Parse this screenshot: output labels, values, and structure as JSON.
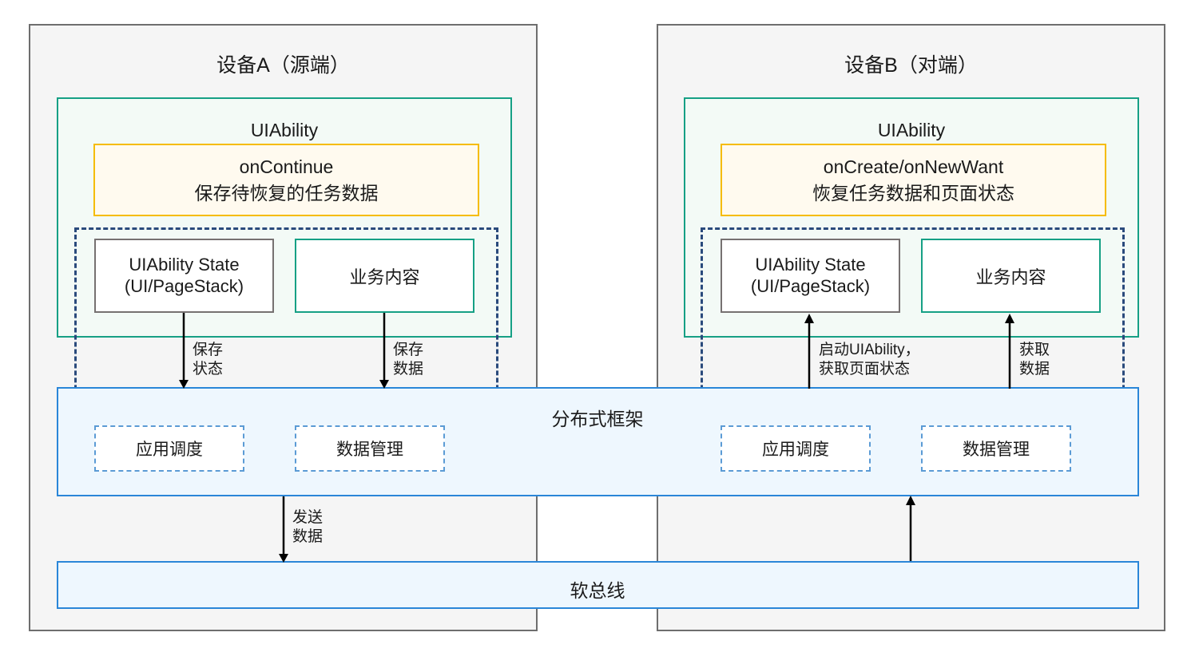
{
  "diagram": {
    "title_left": "设备A（源端）",
    "title_right": "设备B（对端）",
    "colors": {
      "panel_border": "#6e6e6e",
      "panel_bg": "#f5f5f5",
      "uiability_border": "#16a085",
      "uiability_bg": "#f3faf6",
      "lifecycle_border": "#f5bc00",
      "lifecycle_bg": "#fffaef",
      "framework_border": "#2a86d8",
      "framework_bg": "#eef7fe",
      "dashed_dark": "#2a4a7c",
      "dashed_light": "#5b9bd5",
      "state_border": "#767171",
      "arrow": "#000000"
    }
  },
  "left_device": {
    "title": "设备A（源端）",
    "uiability_label": "UIAbility",
    "lifecycle": {
      "line1": "onContinue",
      "line2": "保存待恢复的任务数据"
    },
    "state_box": {
      "line1": "UIAbility State",
      "line2": "(UI/PageStack)"
    },
    "content_box": {
      "label": "业务内容"
    },
    "framework_items": [
      {
        "label": "应用调度"
      },
      {
        "label": "数据管理"
      }
    ],
    "arrows": [
      {
        "name": "save-state",
        "line1": "保存",
        "line2": "状态",
        "direction": "down"
      },
      {
        "name": "save-data",
        "line1": "保存",
        "line2": "数据",
        "direction": "down"
      },
      {
        "name": "send-data",
        "line1": "发送",
        "line2": "数据",
        "direction": "down"
      }
    ]
  },
  "right_device": {
    "title": "设备B（对端）",
    "uiability_label": "UIAbility",
    "lifecycle": {
      "line1": "onCreate/onNewWant",
      "line2": "恢复任务数据和页面状态"
    },
    "state_box": {
      "line1": "UIAbility State",
      "line2": "(UI/PageStack)"
    },
    "content_box": {
      "label": "业务内容"
    },
    "framework_items": [
      {
        "label": "应用调度"
      },
      {
        "label": "数据管理"
      }
    ],
    "arrows": [
      {
        "name": "start-uiability",
        "line1": "启动UIAbility，",
        "line2": "获取页面状态",
        "direction": "up"
      },
      {
        "name": "get-data",
        "line1": "获取",
        "line2": "数据",
        "direction": "up"
      },
      {
        "name": "receive-data",
        "line1": "",
        "line2": "",
        "direction": "up"
      }
    ]
  },
  "shared": {
    "framework_band_label": "分布式框架",
    "softbus_label": "软总线"
  }
}
